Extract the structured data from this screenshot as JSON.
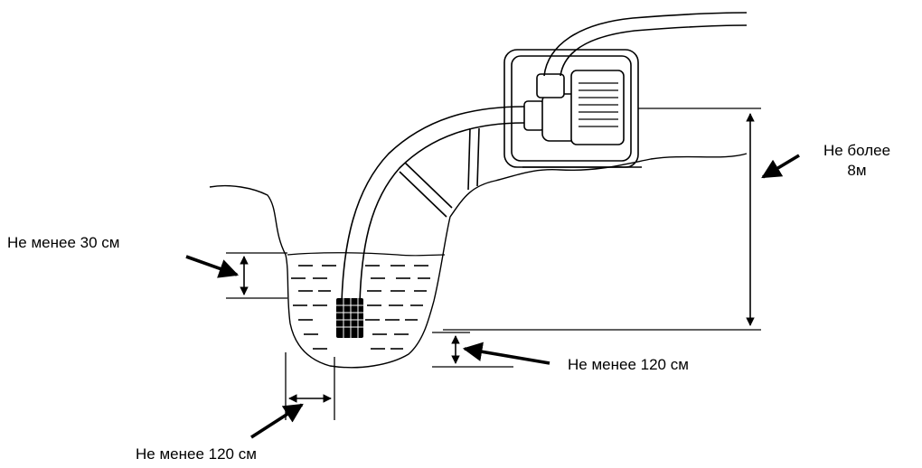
{
  "labels": {
    "max_height_line1": "Не более",
    "max_height_line2": "8м",
    "min_depth": "Не менее 30 см",
    "min_bottom_clearance": "Не менее 120 см",
    "min_wall_clearance": "Не менее 120 см"
  },
  "colors": {
    "line": "#000000",
    "background": "#ffffff"
  }
}
